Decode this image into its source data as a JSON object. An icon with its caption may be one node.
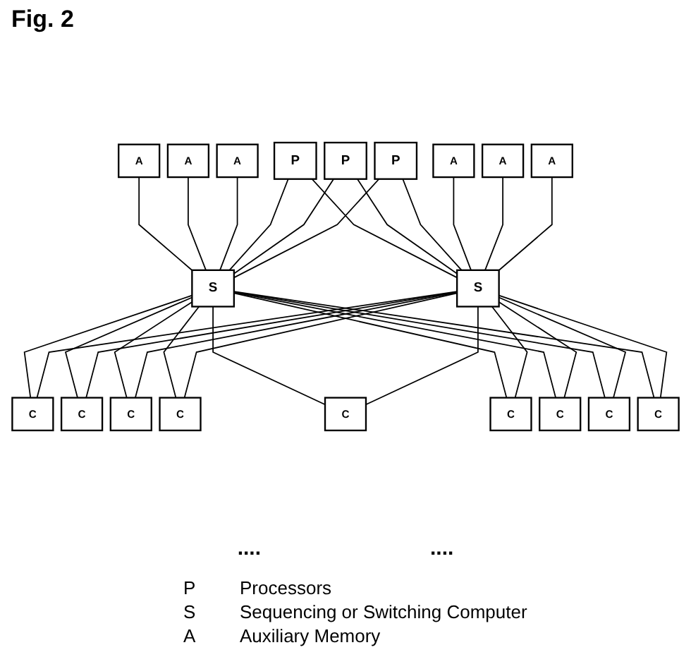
{
  "diagram": {
    "title": "Fig. 2",
    "nodes": [
      {
        "text": [
          "P"
        ]
      },
      {
        "text": [
          "P"
        ]
      },
      {
        "text": [
          "P"
        ]
      },
      {
        "text": [
          "A"
        ]
      },
      {
        "text": [
          "A"
        ]
      },
      {
        "text": [
          "A"
        ]
      },
      {
        "text": [
          "S"
        ]
      },
      {
        "text": [
          "S"
        ]
      },
      {
        "text": [
          "A"
        ]
      },
      {
        "text": [
          "A"
        ]
      },
      {
        "text": [
          "A"
        ]
      },
      {
        "text": [
          "C"
        ]
      },
      {
        "text": [
          "C"
        ]
      },
      {
        "text": [
          "C"
        ]
      },
      {
        "text": [
          "C"
        ]
      },
      {
        "text": [
          "C"
        ]
      },
      {
        "text": [
          "C"
        ]
      },
      {
        "text": [
          "C"
        ]
      },
      {
        "text": [
          "C"
        ]
      },
      {
        "text": [
          "C"
        ]
      }
    ],
    "edges": [
      {
        "from": 3,
        "to": 6,
        "arrow": "none"
      },
      {
        "from": 5,
        "to": 6,
        "arrow": "none"
      },
      {
        "from": 9,
        "to": 6,
        "arrow": "none"
      },
      {
        "from": 0,
        "to": 6,
        "arrow": "none"
      },
      {
        "from": 0,
        "to": 7,
        "arrow": "none"
      },
      {
        "from": 1,
        "to": 6,
        "arrow": "none"
      },
      {
        "from": 1,
        "to": 7,
        "arrow": "none"
      },
      {
        "from": 2,
        "to": 6,
        "arrow": "none"
      },
      {
        "from": 2,
        "to": 7,
        "arrow": "none"
      },
      {
        "from": 4,
        "to": 7,
        "arrow": "none"
      },
      {
        "from": 8,
        "to": 7,
        "arrow": "none"
      },
      {
        "from": 10,
        "to": 7,
        "arrow": "none"
      },
      {
        "from": 6,
        "to": 11,
        "arrow": "none"
      },
      {
        "from": 6,
        "to": 12,
        "arrow": "none"
      },
      {
        "from": 6,
        "to": 13,
        "arrow": "none"
      },
      {
        "from": 6,
        "to": 14,
        "arrow": "none"
      },
      {
        "from": 6,
        "to": 15,
        "arrow": "none"
      },
      {
        "from": 6,
        "to": 16,
        "arrow": "none"
      },
      {
        "from": 6,
        "to": 17,
        "arrow": "none"
      },
      {
        "from": 6,
        "to": 18,
        "arrow": "none"
      },
      {
        "from": 6,
        "to": 19,
        "arrow": "none"
      },
      {
        "from": 7,
        "to": 11,
        "arrow": "none"
      },
      {
        "from": 7,
        "to": 12,
        "arrow": "none"
      },
      {
        "from": 7,
        "to": 13,
        "arrow": "none"
      },
      {
        "from": 7,
        "to": 14,
        "arrow": "none"
      },
      {
        "from": 7,
        "to": 15,
        "arrow": "none"
      },
      {
        "from": 7,
        "to": 16,
        "arrow": "none"
      },
      {
        "from": 7,
        "to": 17,
        "arrow": "none"
      },
      {
        "from": 7,
        "to": 18,
        "arrow": "none"
      },
      {
        "from": 7,
        "to": 19,
        "arrow": "none"
      }
    ],
    "labels": [
      "....",
      "...."
    ],
    "legend": [
      {
        "text": "P Processors"
      },
      {
        "text": "S Sequencing or Switching Computer"
      },
      {
        "text": "A Auxiliary Memory"
      }
    ]
  }
}
